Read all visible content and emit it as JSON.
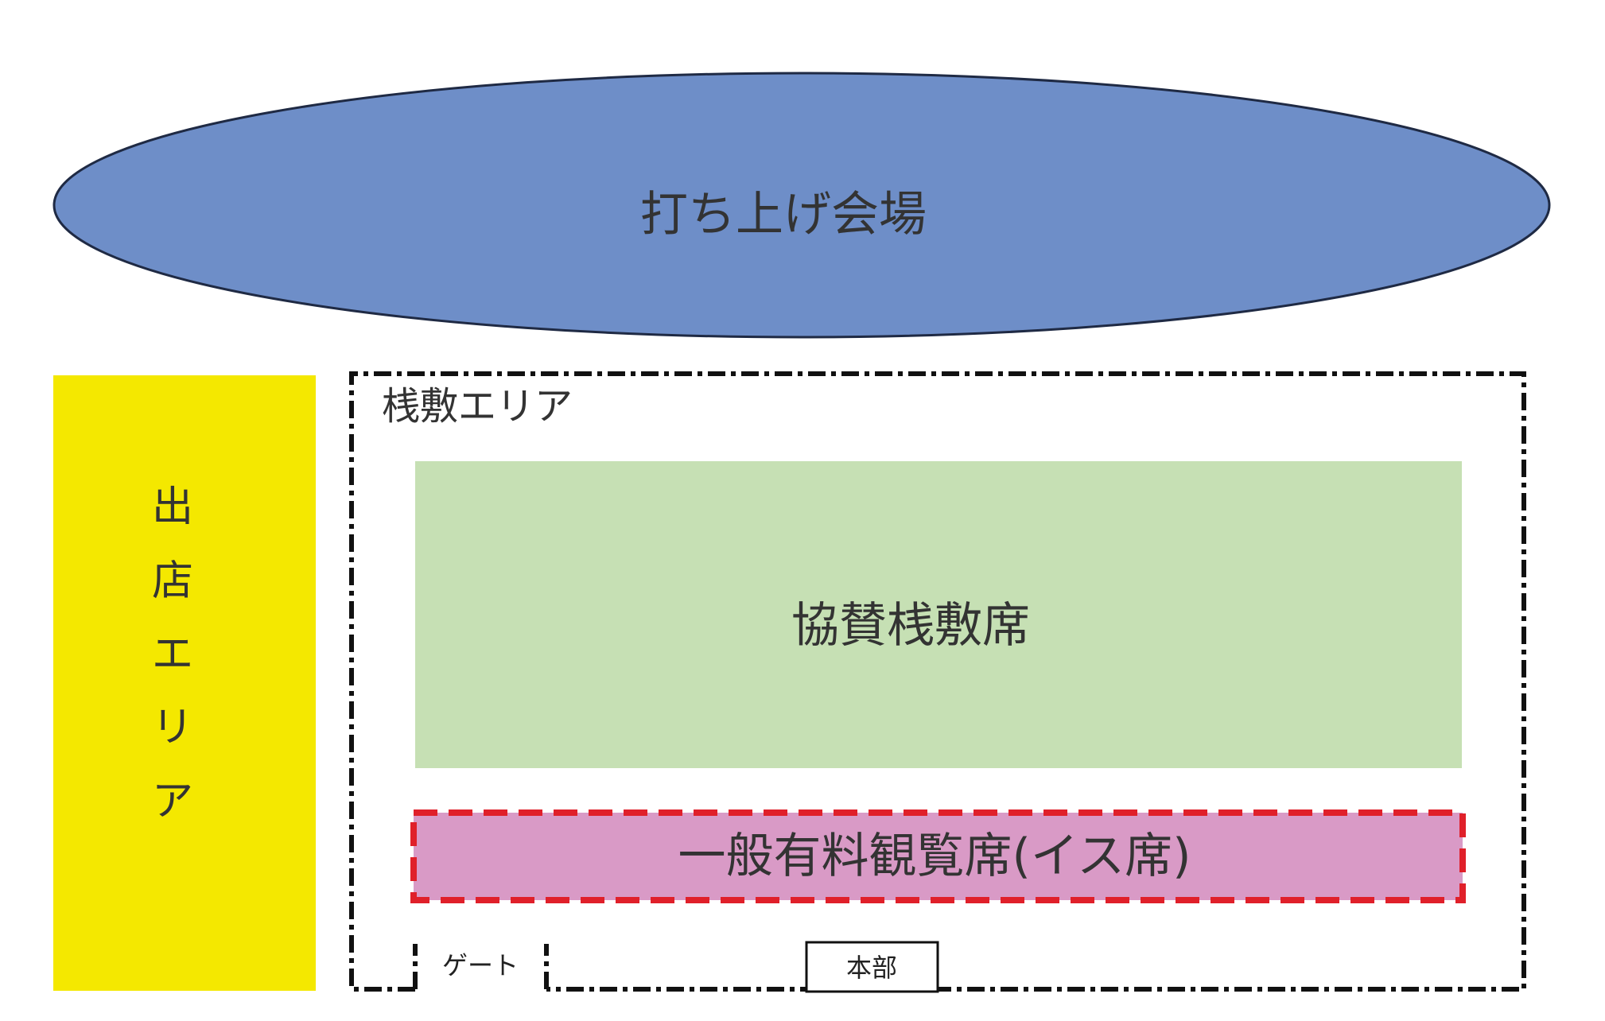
{
  "diagram": {
    "launch_site": {
      "label": "打ち上げ会場",
      "fill": "#6E8EC8",
      "stroke": "#1F2A44"
    },
    "vendor_area": {
      "label": "出店エリア",
      "chars": [
        "出",
        "店",
        "エ",
        "リ",
        "ア"
      ],
      "fill": "#F4E800"
    },
    "sajiki_area": {
      "label": "桟敷エリア",
      "border_style": "dash-dot",
      "border_color": "#111111"
    },
    "sponsor_seats": {
      "label": "協賛桟敷席",
      "fill": "#C6E0B4"
    },
    "general_seats": {
      "label": "一般有料観覧席(イス席)",
      "fill": "#D99AC6",
      "border_color": "#E0202A",
      "border_style": "dashed"
    },
    "gate": {
      "label": "ゲート"
    },
    "headquarters": {
      "label": "本部"
    }
  }
}
